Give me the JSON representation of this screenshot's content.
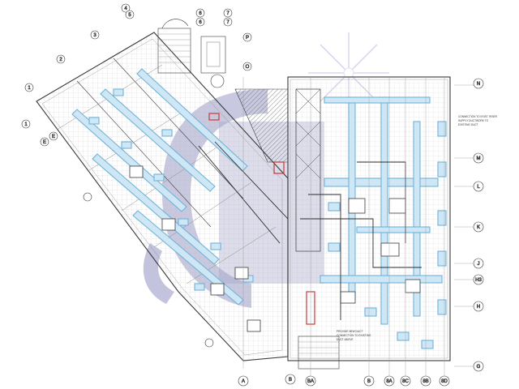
{
  "drawing": {
    "type": "hvac-ductwork-floor-plan",
    "colors": {
      "background": "#ffffff",
      "linework": "#3a3a3a",
      "thin_linework": "#8a8a8a",
      "duct_supply": "#6fb3d9",
      "duct_fill": "#cfe6f4",
      "watermark": "#4a4a9a",
      "accent_red": "#c83a3a",
      "hatch": "#6a6a6a"
    }
  },
  "grid_bubbles": {
    "top": [
      "4",
      "5",
      "6",
      "6",
      "7",
      "7",
      "P",
      "O"
    ],
    "left": [
      "3",
      "2",
      "1",
      "1",
      "E",
      "E"
    ],
    "right": [
      "N",
      "M",
      "L",
      "K",
      "J",
      "H3",
      "H"
    ],
    "bottom": [
      "A",
      "B",
      "BA",
      "B",
      "8A",
      "8C",
      "8B",
      "8D",
      "G"
    ]
  },
  "notes": {
    "right_1": "CONNECTION TO EXIST. RISER",
    "right_2": "SUPPLY DUCTWORK TO",
    "right_3": "EXISTING DUCT",
    "bottom_1": "PROVIDE NEW DUCT",
    "bottom_2": "CONNECTION TO EXISTING",
    "bottom_3": "DUCT ABOVE"
  }
}
